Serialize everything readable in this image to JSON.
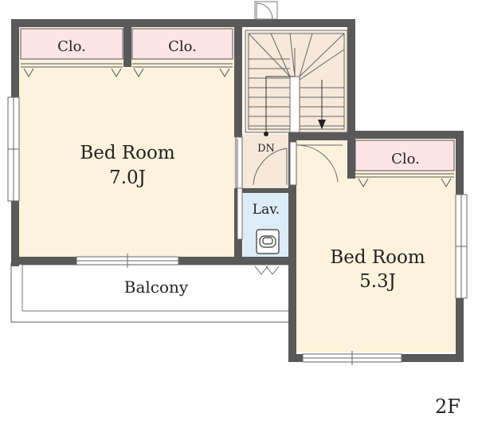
{
  "floor_label": "2F",
  "rooms": {
    "bed_room_large": {
      "name": "Bed Room",
      "size": "7.0J"
    },
    "bed_room_small": {
      "name": "Bed Room",
      "size": "5.3J"
    },
    "balcony": {
      "name": "Balcony"
    },
    "lavatory": {
      "name": "Lav."
    }
  },
  "closets": {
    "closet_1": "Clo.",
    "closet_2": "Clo.",
    "closet_3": "Clo."
  },
  "stairs": {
    "label": "DN"
  },
  "colors": {
    "wall": "#595959",
    "room_floor": "#fdf2dc",
    "closet_fill": "#fde4e6",
    "lavatory_fill": "#dcedf8",
    "stair_fill": "#f6e9da"
  }
}
